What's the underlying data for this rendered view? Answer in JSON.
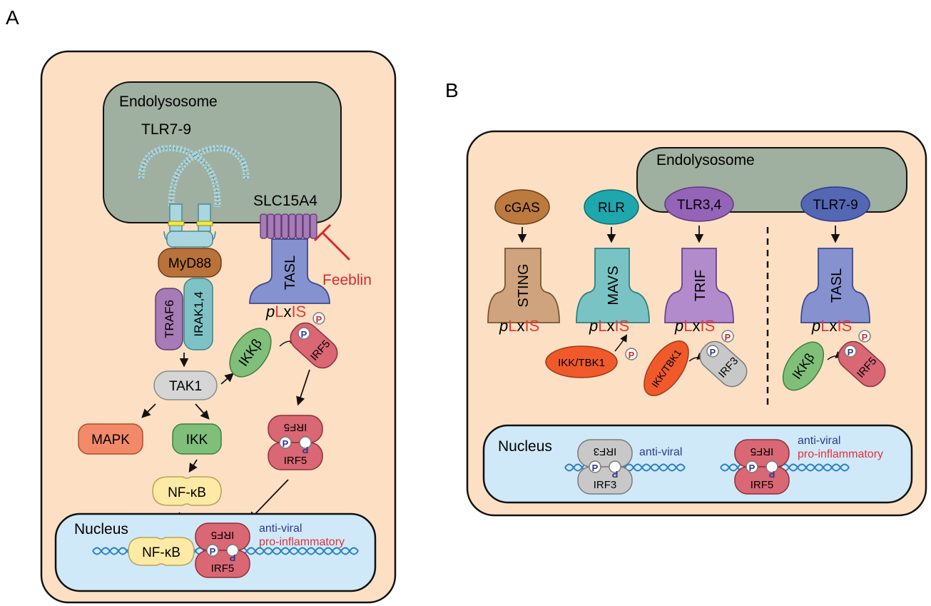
{
  "panel_a": {
    "letter": "A",
    "endolysosome": "Endolysosome",
    "receptor": "TLR7-9",
    "transporter": "SLC15A4",
    "adaptor": "TASL",
    "inhibitor": "Feeblin",
    "myd88": "MyD88",
    "traf6": "TRAF6",
    "irak": "IRAK1,4",
    "tak1": "TAK1",
    "mapk": "MAPK",
    "ikk": "IKK",
    "nfkb": "NF-κB",
    "ikkb": "IKKβ",
    "irf5": "IRF5",
    "motif": {
      "p": "p",
      "L": "L",
      "x": "x",
      "IS": "IS"
    },
    "phospho": "P",
    "nucleus": "Nucleus",
    "antiviral": "anti-viral",
    "proinflammatory": "pro-inflammatory"
  },
  "panel_b": {
    "letter": "B",
    "endolysosome": "Endolysosome",
    "cgas": "cGAS",
    "rlr": "RLR",
    "tlr34": "TLR3,4",
    "tlr79": "TLR7-9",
    "sting": "STING",
    "mavs": "MAVS",
    "trif": "TRIF",
    "tasl": "TASL",
    "ikk_tbk1": "IKK/TBK1",
    "irf3": "IRF3",
    "irf5": "IRF5",
    "ikkb": "IKKβ",
    "motif": {
      "p": "p",
      "L": "L",
      "x": "x",
      "IS": "IS"
    },
    "phospho": "P",
    "nucleus": "Nucleus",
    "antiviral": "anti-viral",
    "proinflammatory": "pro-inflammatory"
  },
  "colors": {
    "cell": "#fde0c4",
    "endolysosome": "#9fafa0",
    "nucleus": "#cfe9f8",
    "receptor_coil": "#a9d6df",
    "myd88": "#b9723a",
    "traf6": "#a77bb5",
    "irak": "#7fc2c6",
    "tak1": "#d5d5d5",
    "mapk": "#f28a6a",
    "ikk": "#7fbf7a",
    "nfkb": "#fdeaa5",
    "irf5": "#d96774",
    "irf3": "#c8c8c8",
    "tasl": "#8592cf",
    "sting": "#cfa37d",
    "mavs": "#79c3c4",
    "trif": "#b18bcb",
    "cgas": "#bd7a3e",
    "rlr": "#1ea7ad",
    "tlr34": "#9563b8",
    "tlr79": "#5367b3",
    "ikk_tbk1": "#f05a2a",
    "feeblin": "#d72b2b",
    "motif_red": "#e63a33",
    "dna": "#2a7fc3",
    "antiviral_text": "#2d3a8c",
    "proinflammatory_text": "#e2313a"
  }
}
